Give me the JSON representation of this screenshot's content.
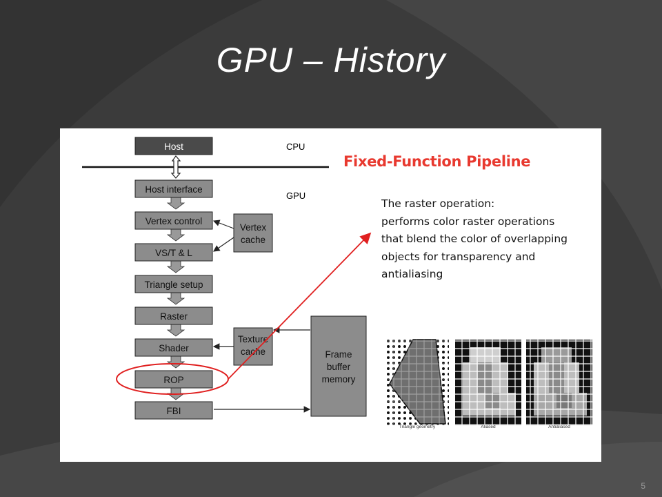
{
  "slide": {
    "title": "GPU – History",
    "page_number": "5"
  },
  "diagram": {
    "labels": {
      "cpu": "CPU",
      "gpu": "GPU"
    },
    "pipeline": [
      "Host",
      "Host interface",
      "Vertex control",
      "VS/T & L",
      "Triangle setup",
      "Raster",
      "Shader",
      "ROP",
      "FBI"
    ],
    "caches": {
      "vertex_cache": [
        "Vertex",
        "cache"
      ],
      "texture_cache": [
        "Texture",
        "cache"
      ]
    },
    "frame_buffer": [
      "Frame",
      "buffer",
      "memory"
    ],
    "heading": "Fixed-Function Pipeline",
    "description": [
      "The raster operation:",
      "performs color raster operations",
      "that blend the color of overlapping",
      "objects for transparency and",
      "antialiasing"
    ],
    "image_captions": [
      "Triangle geometry",
      "Aliased",
      "Antialiased"
    ],
    "colors": {
      "heading": "#e8392f",
      "highlight": "#e02020",
      "block_fill": "#8c8c8c",
      "host_fill": "#4a4a4a"
    }
  }
}
